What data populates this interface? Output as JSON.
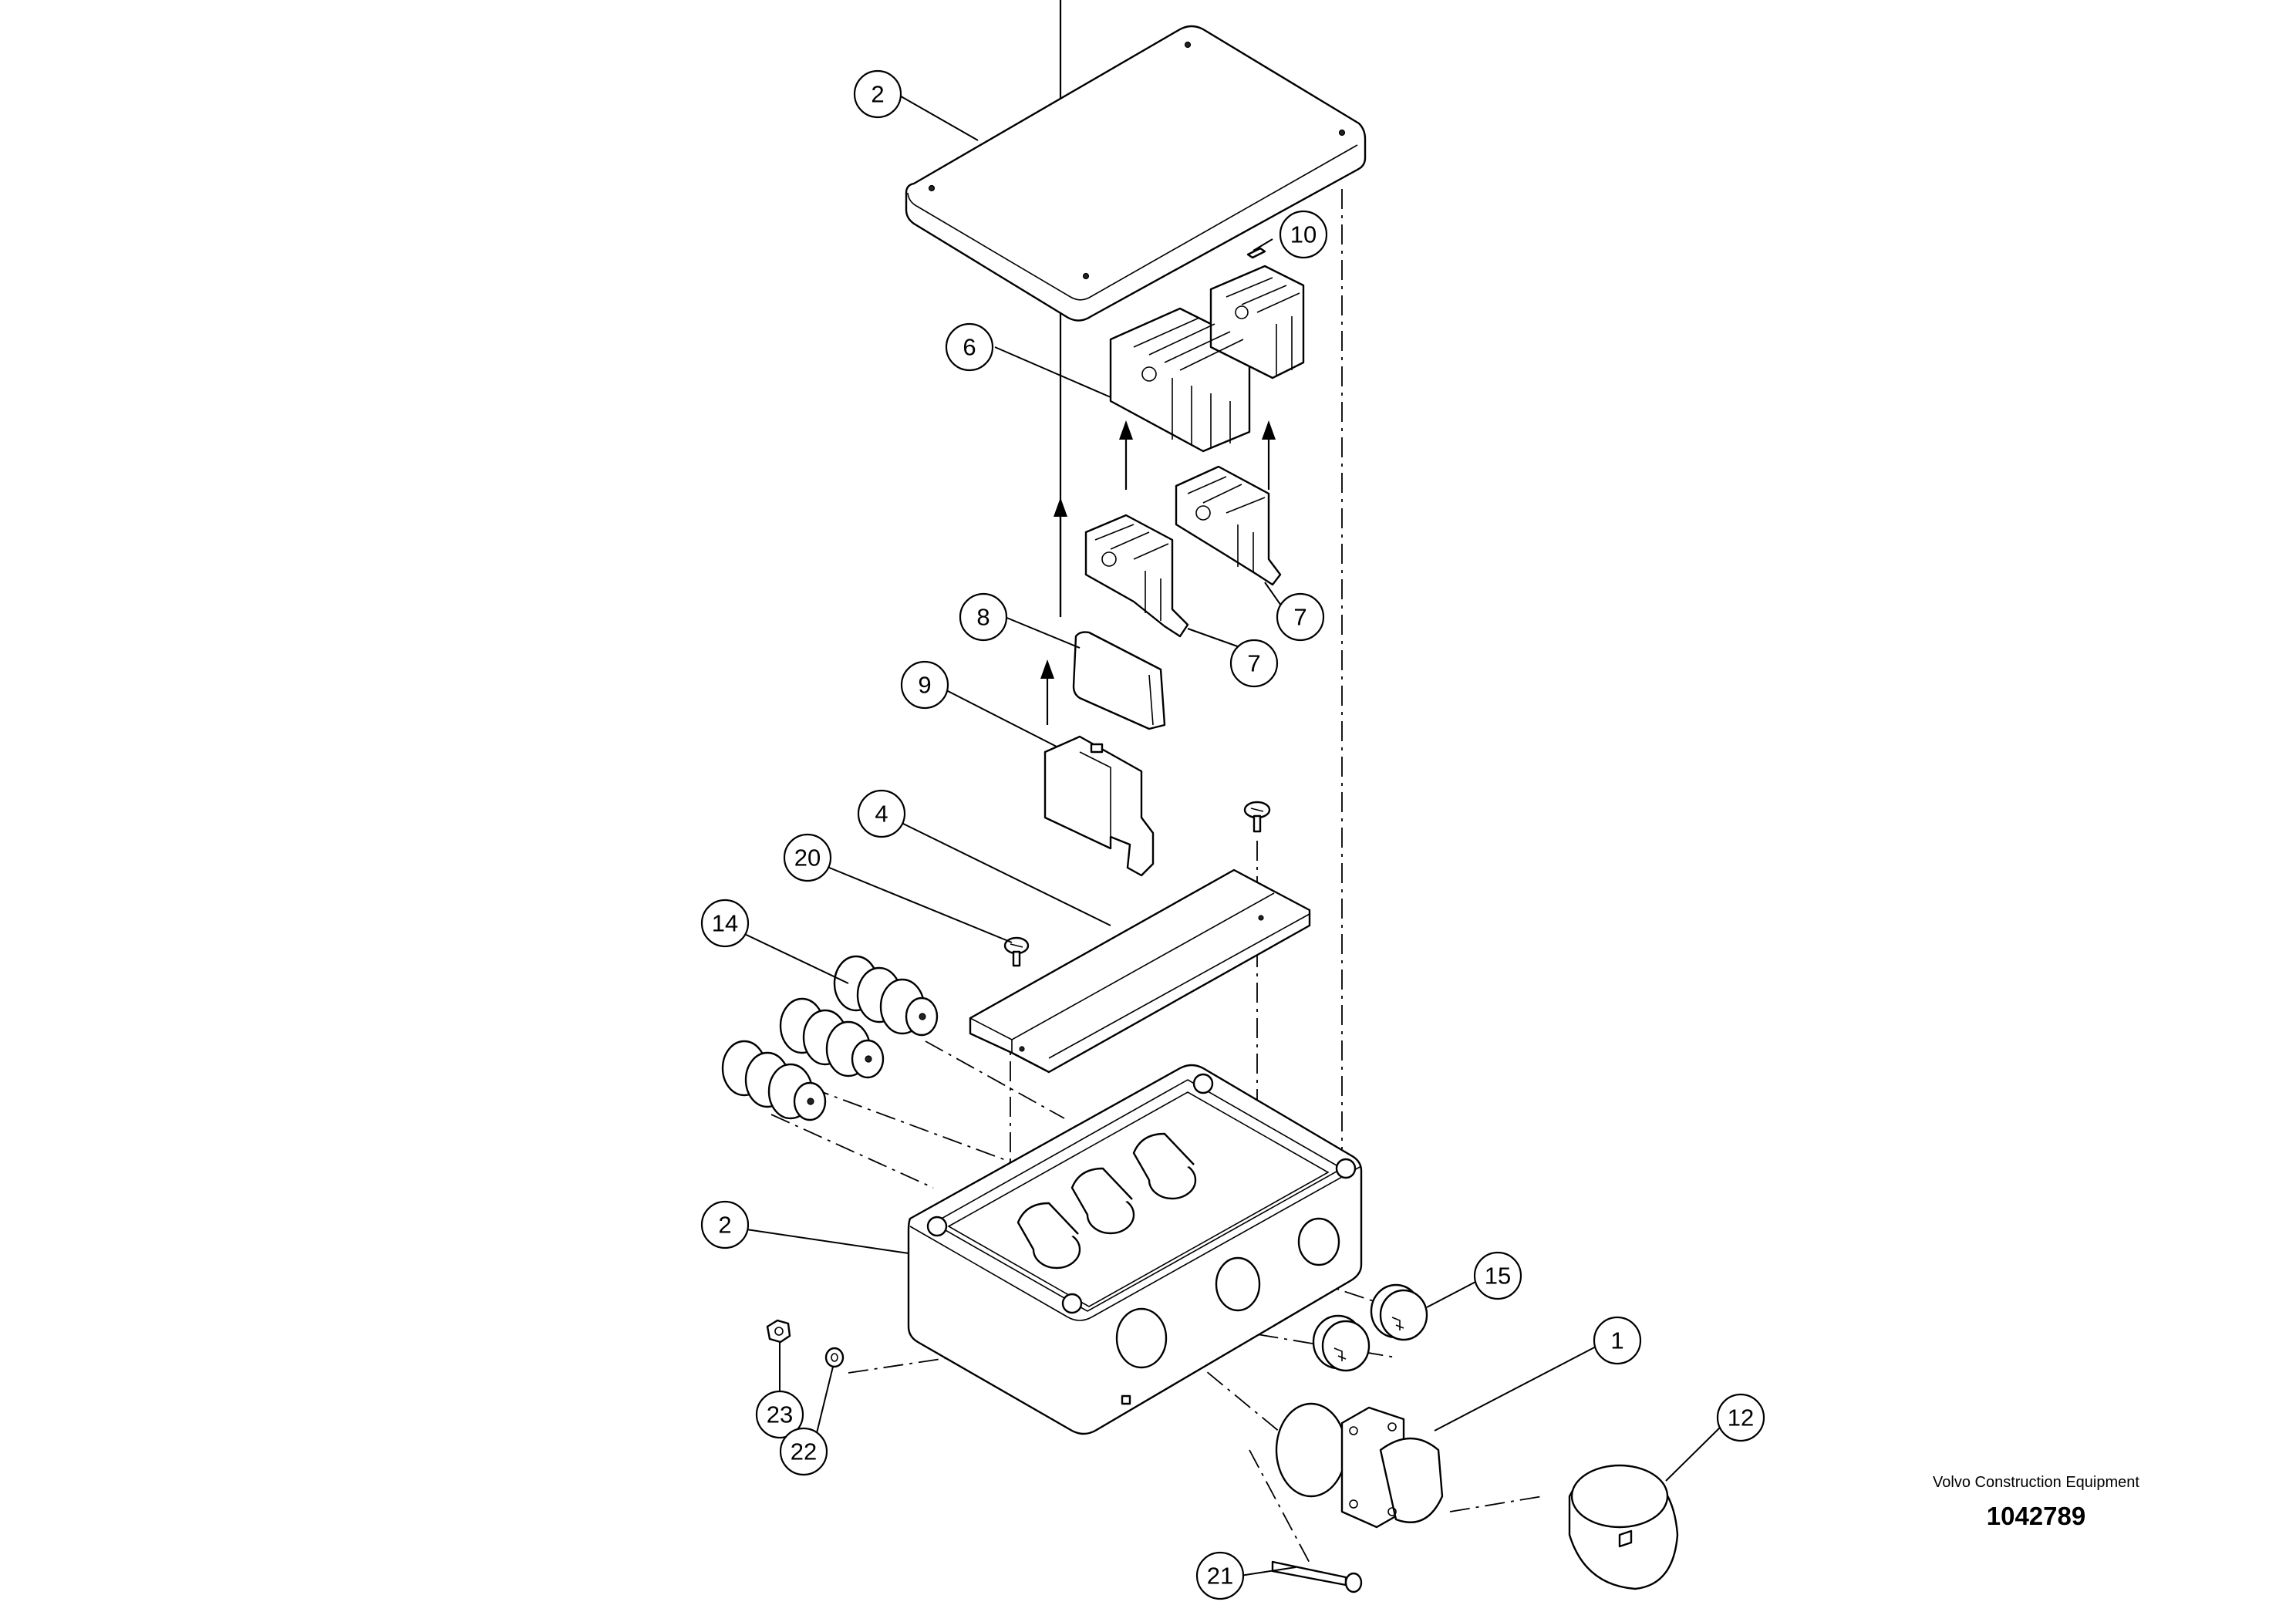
{
  "callouts": [
    {
      "id": "2a",
      "label": "2"
    },
    {
      "id": "10",
      "label": "10"
    },
    {
      "id": "6",
      "label": "6"
    },
    {
      "id": "8",
      "label": "8"
    },
    {
      "id": "9",
      "label": "9"
    },
    {
      "id": "7a",
      "label": "7"
    },
    {
      "id": "7b",
      "label": "7"
    },
    {
      "id": "4",
      "label": "4"
    },
    {
      "id": "20",
      "label": "20"
    },
    {
      "id": "14",
      "label": "14"
    },
    {
      "id": "2b",
      "label": "2"
    },
    {
      "id": "15",
      "label": "15"
    },
    {
      "id": "1",
      "label": "1"
    },
    {
      "id": "23",
      "label": "23"
    },
    {
      "id": "22",
      "label": "22"
    },
    {
      "id": "12",
      "label": "12"
    },
    {
      "id": "21",
      "label": "21"
    }
  ],
  "credit": {
    "company": "Volvo Construction Equipment",
    "document_number": "1042789"
  }
}
